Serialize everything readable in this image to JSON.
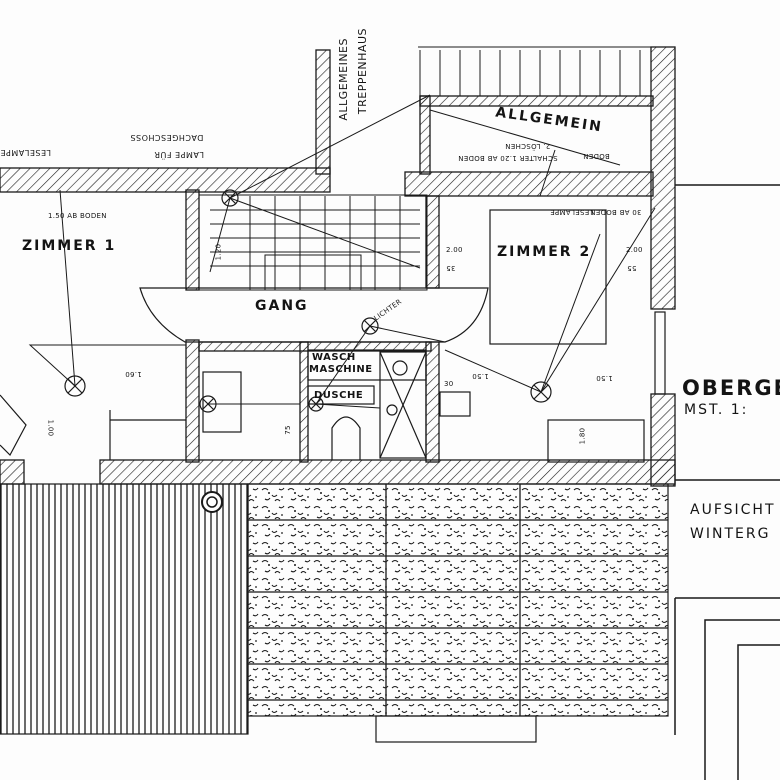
{
  "rooms": {
    "zimmer1": "ZIMMER 1",
    "zimmer2": "ZIMMER 2",
    "gang": "GANG",
    "allgemein": "ALLGEMEIN",
    "treppenhaus_line1": "ALLGEMEINES",
    "treppenhaus_line2": "TREPPENHAUS",
    "waschmaschine_line1": "WASCH",
    "waschmaschine_line2": "MASCHINE",
    "dusche": "DUSCHE"
  },
  "title": {
    "line1": "OBERGE",
    "line2": "MST. 1:"
  },
  "side_notes": {
    "line1": "AUFSICHT",
    "line2": "WINTERG"
  },
  "notes": {
    "leselampe": "LESELAMPE",
    "lampe_fuer": "LAMPE FÜR",
    "dachgeschoss": "DACHGESCHOSS",
    "hoehe_150": "1.50 AB BODEN",
    "schalter": "SCHALTER 1.20 AB BODEN",
    "loeschen": "2. LÖSCHEN",
    "boden": "BODEN",
    "leselampe_2": "LESELAMPE",
    "hoehe_30": "30 AB BODEN",
    "lichter": "LICHTER"
  },
  "dimensions": {
    "d1": "1.00",
    "d2": "1.60",
    "d3": "1.50",
    "d4": "1.50",
    "d5": "1.80",
    "d6": "2.00",
    "d7": "2.00",
    "d8": "35",
    "d9": "55",
    "d10": "75",
    "d11": "30",
    "d12": "1.20"
  },
  "colors": {
    "ink": "#1a1a1a",
    "paper": "#fdfdfd"
  }
}
